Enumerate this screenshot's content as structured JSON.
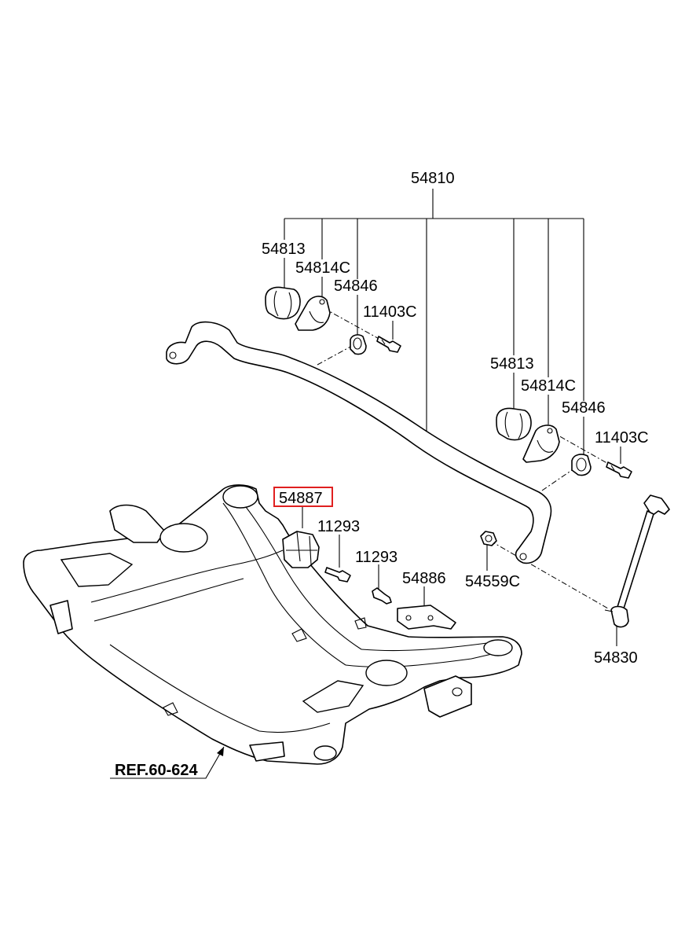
{
  "labels": {
    "p54810": "54810",
    "p54813_left": "54813",
    "p54814c_left": "54814C",
    "p54846_left": "54846",
    "p11403c_left": "11403C",
    "p54813_right": "54813",
    "p54814c_right": "54814C",
    "p54846_right": "54846",
    "p11403c_right": "11403C",
    "p54887": "54887",
    "p11293_a": "11293",
    "p11293_b": "11293",
    "p54886": "54886",
    "p54559c": "54559C",
    "p54830": "54830",
    "ref": "REF.60-624"
  },
  "highlighted_part": "54887",
  "colors": {
    "line": "#000000",
    "background": "#ffffff",
    "highlight": "#e02020"
  }
}
